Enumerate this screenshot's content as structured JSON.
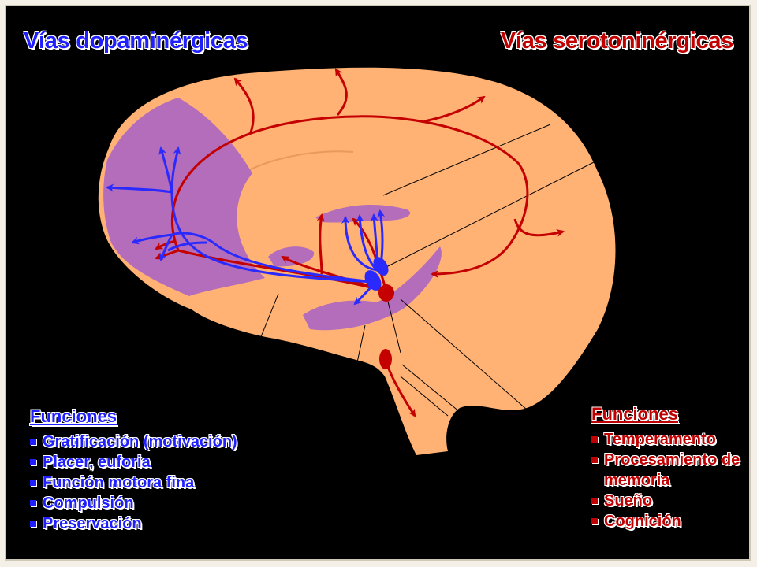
{
  "titles": {
    "dopamine": "Vías dopaminérgicas",
    "serotonin": "Vías serotoninérgicas"
  },
  "dopamine_functions": {
    "heading": "Funciones",
    "items": [
      "Gratificación (motivación)",
      "Placer, euforia",
      "Función motora fina",
      "Compulsión",
      "Preservación"
    ]
  },
  "serotonin_functions": {
    "heading": "Funciones",
    "items": [
      "Temperamento",
      "Procesamiento de memoria",
      "Sueño",
      "Cognición"
    ]
  },
  "colors": {
    "background": "#000000",
    "brain": "#ffb273",
    "region": "#b36dbb",
    "dopamine": "#2a2aff",
    "serotonin": "#c40000"
  }
}
